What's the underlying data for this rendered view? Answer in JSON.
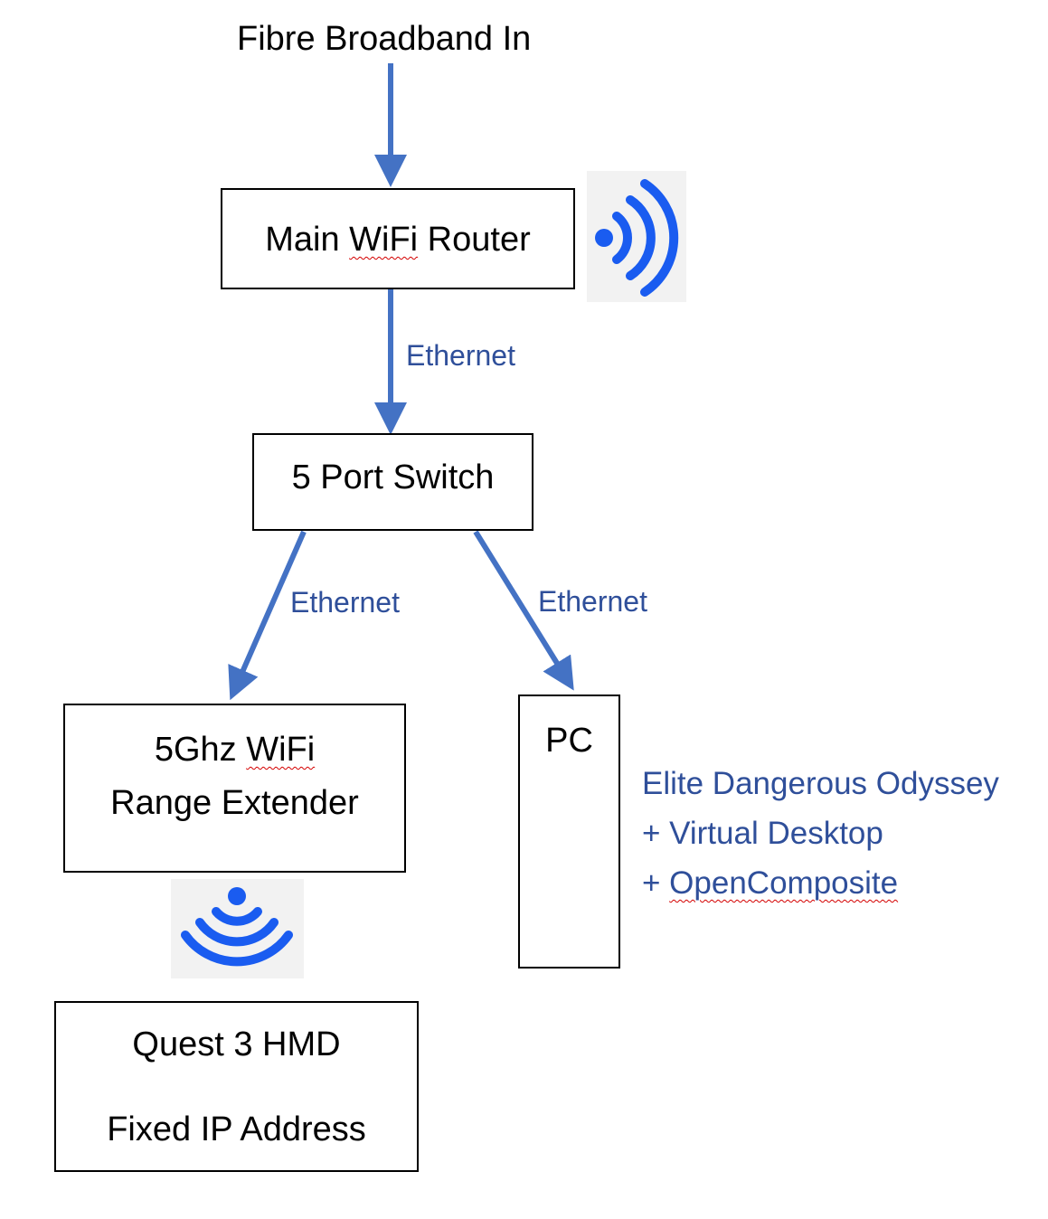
{
  "title": "Fibre Broadband In",
  "router": {
    "label_pre": "Main ",
    "label_wifi": "WiFi",
    "label_post": " Router"
  },
  "switch": {
    "label": "5 Port Switch"
  },
  "links": {
    "router_switch": "Ethernet",
    "switch_extender": "Ethernet",
    "switch_pc": "Ethernet"
  },
  "extender": {
    "line1_pre": "5Ghz ",
    "line1_wifi": "WiFi",
    "line2": "Range Extender"
  },
  "pc": {
    "label": "PC"
  },
  "software": {
    "line1": "Elite Dangerous Odyssey",
    "line2": "+ Virtual Desktop",
    "line3_pre": "+ ",
    "line3_name": "OpenComposite"
  },
  "hmd": {
    "line1": "Quest 3 HMD",
    "line2": "Fixed IP Address"
  },
  "icons": {
    "router_wifi": "wifi-signal-icon",
    "extender_wifi": "wifi-signal-icon"
  },
  "colors": {
    "arrow": "#4472c4",
    "link_text": "#2f4f9a",
    "wifi_icon": "#1a5cf0",
    "icon_bg": "#f2f2f2",
    "spellcheck": "#d40000"
  }
}
